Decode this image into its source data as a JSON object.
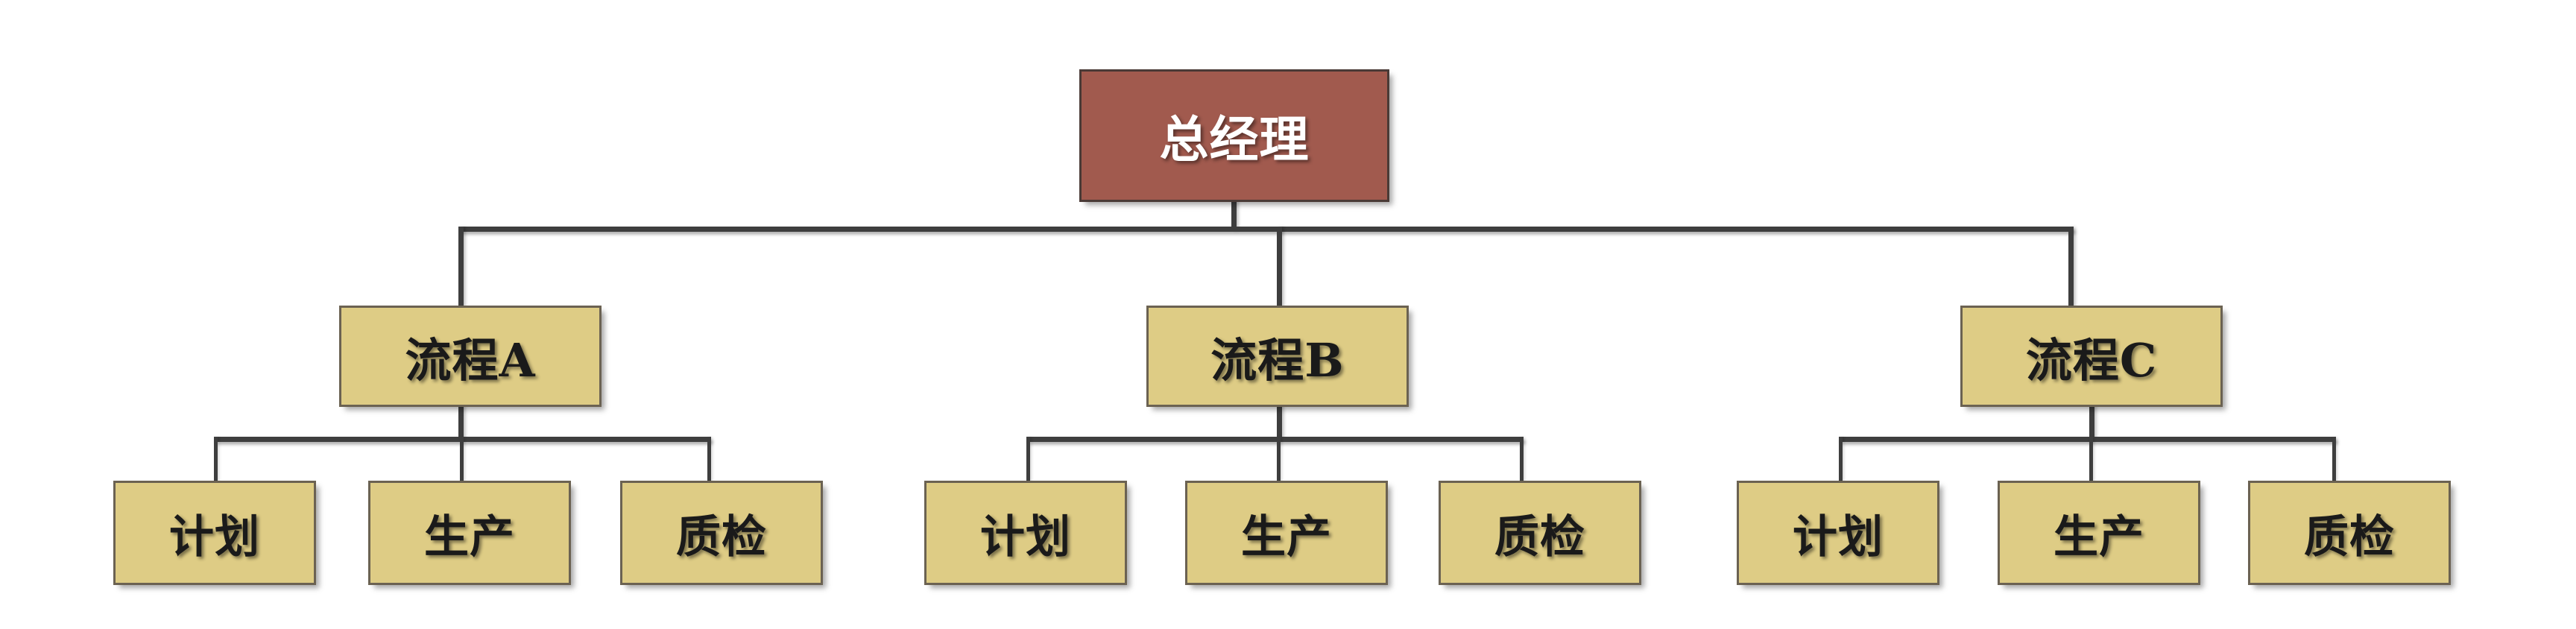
{
  "diagram": {
    "type": "organizational-hierarchy-chart",
    "background_color": "#ffffff",
    "title_node": {
      "label": "总经理",
      "fill_color": "#a15a4e",
      "text_color": "#ffffff",
      "border_color": "#4a3a36"
    },
    "branch_fill_color": "#decc85",
    "branch_text_color": "#1a1a1a",
    "leaf_fill_color": "#decc85",
    "leaf_text_color": "#1a1a1a",
    "connector_color": "#3e3e3e",
    "levels": 3,
    "branches": [
      {
        "label": "流程A",
        "children": [
          {
            "label": "计划"
          },
          {
            "label": "生产"
          },
          {
            "label": "质检"
          }
        ]
      },
      {
        "label": "流程B",
        "children": [
          {
            "label": "计划"
          },
          {
            "label": "生产"
          },
          {
            "label": "质检"
          }
        ]
      },
      {
        "label": "流程C",
        "children": [
          {
            "label": "计划"
          },
          {
            "label": "生产"
          },
          {
            "label": "质检"
          }
        ]
      }
    ]
  }
}
